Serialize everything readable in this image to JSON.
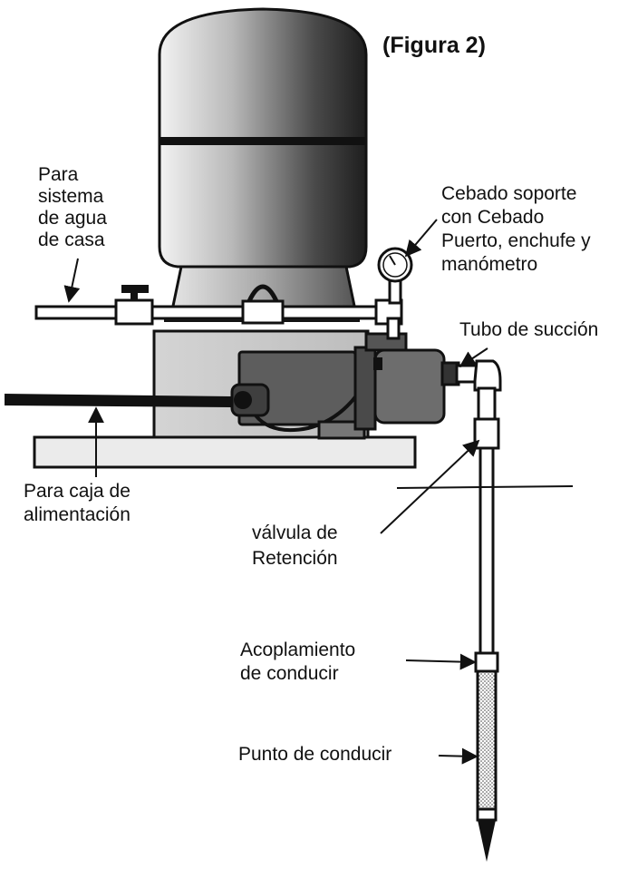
{
  "figure": {
    "title": "(Figura 2)"
  },
  "labels": {
    "house_water": [
      "Para",
      "sistema",
      "de agua",
      "de casa"
    ],
    "prime_port": [
      "Cebado soporte",
      "con Cebado",
      "Puerto, enchufe y",
      "manómetro"
    ],
    "suction_pipe": [
      "Tubo de succión"
    ],
    "power_box": [
      "Para caja de",
      "alimentación"
    ],
    "check_valve": [
      "válvula de",
      "Retención"
    ],
    "drive_coupling": [
      "Acoplamiento",
      "de conducir"
    ],
    "drive_point": [
      "Punto de conducir"
    ]
  },
  "colors": {
    "ink": "#111111",
    "pipe": "#ffffff",
    "motor": "#5a5a5a",
    "pump_body": "#6a6a6a",
    "base": "#e6e6e6"
  }
}
